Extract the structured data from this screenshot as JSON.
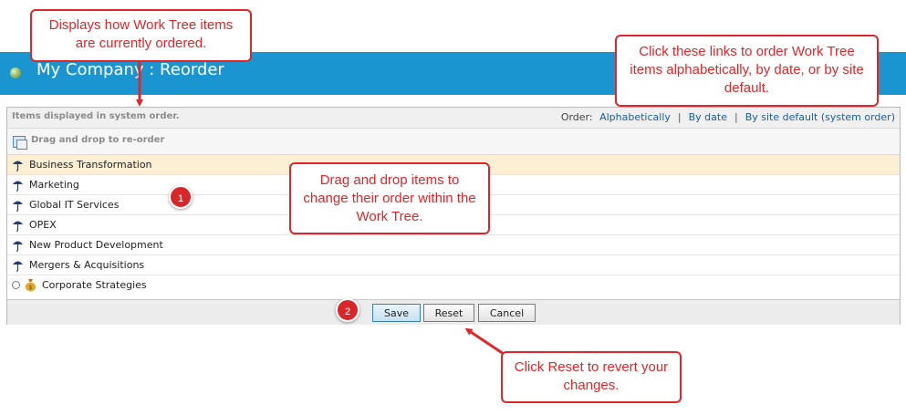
{
  "header": {
    "title": "My Company : Reorder"
  },
  "order_bar": {
    "system_order_text": "Items displayed in system order.",
    "order_label": "Order:",
    "links": [
      "Alphabetically",
      "By date",
      "By site default (system order)"
    ],
    "separator": "|"
  },
  "dnd_bar": {
    "label": "Drag and drop to re-order"
  },
  "items": [
    {
      "label": "Business Transformation",
      "icon": "umbrella-icon",
      "selected": true
    },
    {
      "label": "Marketing",
      "icon": "umbrella-icon",
      "selected": false
    },
    {
      "label": "Global IT Services",
      "icon": "umbrella-icon",
      "selected": false
    },
    {
      "label": "OPEX",
      "icon": "umbrella-icon",
      "selected": false
    },
    {
      "label": "New Product Development",
      "icon": "umbrella-icon",
      "selected": false
    },
    {
      "label": "Mergers & Acquisitions",
      "icon": "umbrella-icon",
      "selected": false
    },
    {
      "label": "Corporate Strategies",
      "icon": "money-bag-icon",
      "selected": false
    }
  ],
  "buttons": {
    "save": "Save",
    "reset": "Reset",
    "cancel": "Cancel"
  },
  "callouts": {
    "order_display": "Displays how Work Tree items are currently ordered.",
    "order_links": "Click these links to order Work Tree items alphabetically, by date, or by site default.",
    "drag_drop": "Drag and drop items to change their order within the Work Tree.",
    "reset": "Click Reset to revert your changes."
  },
  "badges": [
    "1",
    "2"
  ],
  "colors": {
    "header": "#1a95cf",
    "callout": "#e0262a",
    "selected_row": "#fcefd3",
    "link": "#1a5d96"
  }
}
